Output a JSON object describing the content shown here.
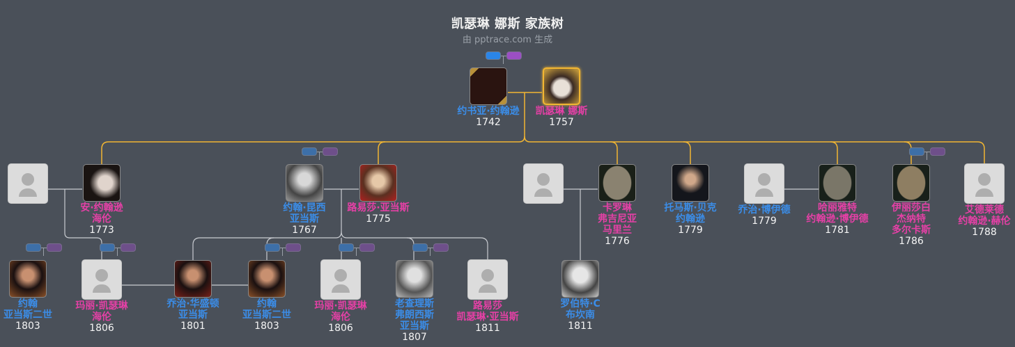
{
  "header": {
    "title": "凯瑟琳 娜斯 家族树",
    "subtitle": "由 pptrace.com 生成"
  },
  "colors": {
    "background": "#4a5059",
    "male_name": "#3b8de8",
    "female_name": "#e540a6",
    "main_line": "#f2b632",
    "secondary_line": "#c9ccd1",
    "toggle_blue": "#2a85e8",
    "toggle_purple": "#9b4fc4"
  },
  "people": [
    {
      "id": "p1",
      "gen": 0,
      "name": [
        "约书亚·约翰逊"
      ],
      "year": "1742",
      "gender": "m",
      "photo": "portrait"
    },
    {
      "id": "p2",
      "gen": 0,
      "name": [
        "凯瑟琳 娜斯"
      ],
      "year": "1757",
      "gender": "f",
      "photo": "portrait",
      "highlight": true
    },
    {
      "id": "p3",
      "gen": 1,
      "name": [],
      "year": "",
      "gender": "m",
      "photo": "placeholder"
    },
    {
      "id": "p4",
      "gen": 1,
      "name": [
        "安·约翰逊",
        "海伦"
      ],
      "year": "1773",
      "gender": "f",
      "photo": "portrait"
    },
    {
      "id": "p5",
      "gen": 1,
      "name": [
        "约翰·昆西",
        "亚当斯"
      ],
      "year": "1767",
      "gender": "m",
      "photo": "portrait"
    },
    {
      "id": "p6",
      "gen": 1,
      "name": [
        "路易莎·亚当斯"
      ],
      "year": "1775",
      "gender": "f",
      "photo": "portrait"
    },
    {
      "id": "p7",
      "gen": 1,
      "name": [],
      "year": "",
      "gender": "m",
      "photo": "placeholder"
    },
    {
      "id": "p8",
      "gen": 1,
      "name": [
        "卡罗琳",
        "弗吉尼亚",
        "马里兰"
      ],
      "year": "1776",
      "gender": "f",
      "photo": "portrait"
    },
    {
      "id": "p9",
      "gen": 1,
      "name": [
        "托马斯·贝克",
        "约翰逊"
      ],
      "year": "1779",
      "gender": "m",
      "photo": "portrait"
    },
    {
      "id": "p10",
      "gen": 1,
      "name": [
        "乔治·博伊德"
      ],
      "year": "1779",
      "gender": "m",
      "photo": "placeholder"
    },
    {
      "id": "p11",
      "gen": 1,
      "name": [
        "哈丽雅特",
        "约翰逊·博伊德"
      ],
      "year": "1781",
      "gender": "f",
      "photo": "portrait"
    },
    {
      "id": "p12",
      "gen": 1,
      "name": [
        "伊丽莎白",
        "杰纳特",
        "多尔卡斯"
      ],
      "year": "1786",
      "gender": "f",
      "photo": "portrait"
    },
    {
      "id": "p13",
      "gen": 1,
      "name": [
        "艾德莱德",
        "约翰逊·赫伦"
      ],
      "year": "1788",
      "gender": "f",
      "photo": "placeholder"
    },
    {
      "id": "p14",
      "gen": 2,
      "name": [
        "约翰",
        "亚当斯二世"
      ],
      "year": "1803",
      "gender": "m",
      "photo": "portrait"
    },
    {
      "id": "p15",
      "gen": 2,
      "name": [
        "玛丽·凯瑟琳",
        "海伦"
      ],
      "year": "1806",
      "gender": "f",
      "photo": "placeholder"
    },
    {
      "id": "p16",
      "gen": 2,
      "name": [
        "乔治·华盛顿",
        "亚当斯"
      ],
      "year": "1801",
      "gender": "m",
      "photo": "portrait"
    },
    {
      "id": "p17",
      "gen": 2,
      "name": [
        "约翰",
        "亚当斯二世"
      ],
      "year": "1803",
      "gender": "m",
      "photo": "portrait"
    },
    {
      "id": "p18",
      "gen": 2,
      "name": [
        "玛丽·凯瑟琳",
        "海伦"
      ],
      "year": "1806",
      "gender": "f",
      "photo": "placeholder"
    },
    {
      "id": "p19",
      "gen": 2,
      "name": [
        "老查理斯",
        "弗朗西斯",
        "亚当斯"
      ],
      "year": "1807",
      "gender": "m",
      "photo": "portrait"
    },
    {
      "id": "p20",
      "gen": 2,
      "name": [
        "路易莎",
        "凯瑟琳·亚当斯"
      ],
      "year": "1811",
      "gender": "f",
      "photo": "placeholder"
    },
    {
      "id": "p21",
      "gen": 2,
      "name": [
        "罗伯特·C",
        "布坎南"
      ],
      "year": "1811",
      "gender": "m",
      "photo": "portrait"
    }
  ],
  "toggles": [
    {
      "id": "t0",
      "dim": false
    },
    {
      "id": "t1",
      "dim": true
    },
    {
      "id": "t2",
      "dim": true
    },
    {
      "id": "t3",
      "dim": true
    },
    {
      "id": "t4",
      "dim": true
    },
    {
      "id": "t5",
      "dim": true
    },
    {
      "id": "t6",
      "dim": true
    },
    {
      "id": "t7",
      "dim": true
    }
  ]
}
